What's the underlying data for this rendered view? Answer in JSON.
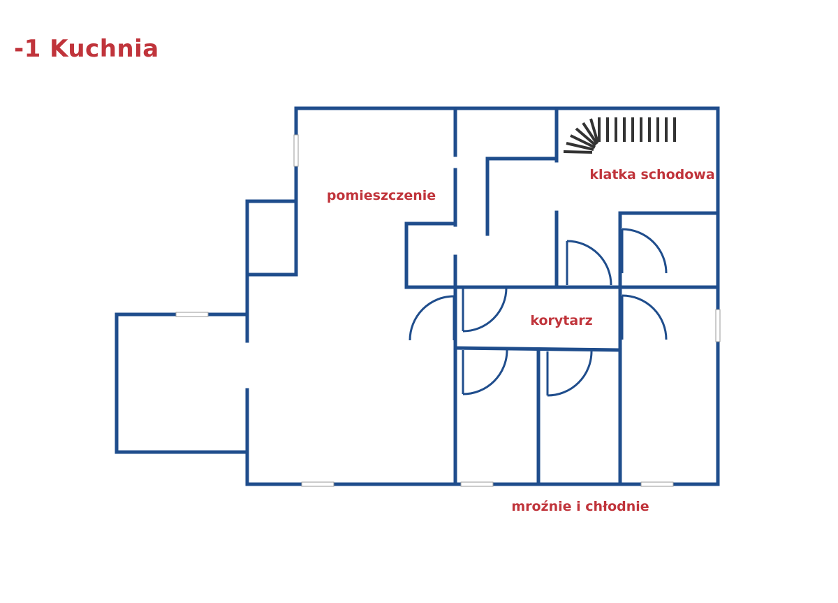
{
  "title": "-1 Kuchnia",
  "rooms": {
    "pomieszczenie": "pomieszczenie",
    "klatka": "klatka schodowa",
    "korytarz": "korytarz",
    "mroznie": "mroźnie i chłodnie"
  },
  "colors": {
    "wall": "#1f4d8c",
    "label": "#c0343b",
    "stairs": "#333333",
    "window": "#cfcfcf",
    "background": "#ffffff"
  },
  "icons": {
    "stairs": "spiral-stairs-icon",
    "door": "door-swing-icon",
    "window": "window-icon"
  }
}
